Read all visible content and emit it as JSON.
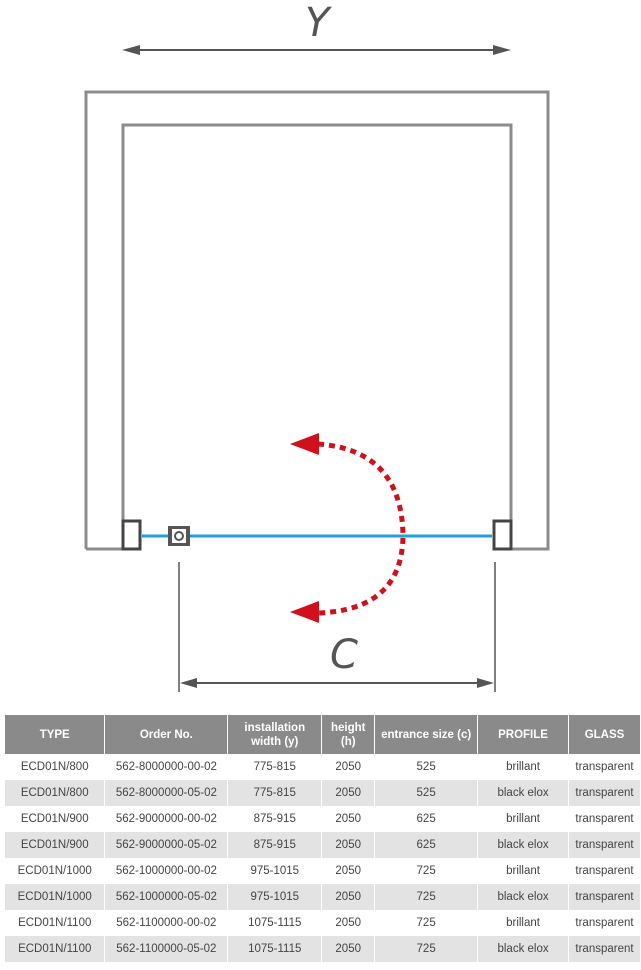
{
  "diagram": {
    "width_label": "Y",
    "entrance_label": "C",
    "colors": {
      "frame": "#8c8c8c",
      "glass": "#1ea0dc",
      "swing_arrow": "#d0101c",
      "dimension": "#555555"
    }
  },
  "table": {
    "headers": [
      "TYPE",
      "Order No.",
      "installation width (y)",
      "height (h)",
      "entrance size (c)",
      "PROFILE",
      "GLASS"
    ],
    "rows": [
      [
        "ECD01N/800",
        "562-8000000-00-02",
        "775-815",
        "2050",
        "525",
        "brillant",
        "transparent"
      ],
      [
        "ECD01N/800",
        "562-8000000-05-02",
        "775-815",
        "2050",
        "525",
        "black elox",
        "transparent"
      ],
      [
        "ECD01N/900",
        "562-9000000-00-02",
        "875-915",
        "2050",
        "625",
        "brillant",
        "transparent"
      ],
      [
        "ECD01N/900",
        "562-9000000-05-02",
        "875-915",
        "2050",
        "625",
        "black elox",
        "transparent"
      ],
      [
        "ECD01N/1000",
        "562-1000000-00-02",
        "975-1015",
        "2050",
        "725",
        "brillant",
        "transparent"
      ],
      [
        "ECD01N/1000",
        "562-1000000-05-02",
        "975-1015",
        "2050",
        "725",
        "black elox",
        "transparent"
      ],
      [
        "ECD01N/1100",
        "562-1100000-00-02",
        "1075-1115",
        "2050",
        "725",
        "brillant",
        "transparent"
      ],
      [
        "ECD01N/1100",
        "562-1100000-05-02",
        "1075-1115",
        "2050",
        "725",
        "black elox",
        "transparent"
      ]
    ]
  }
}
